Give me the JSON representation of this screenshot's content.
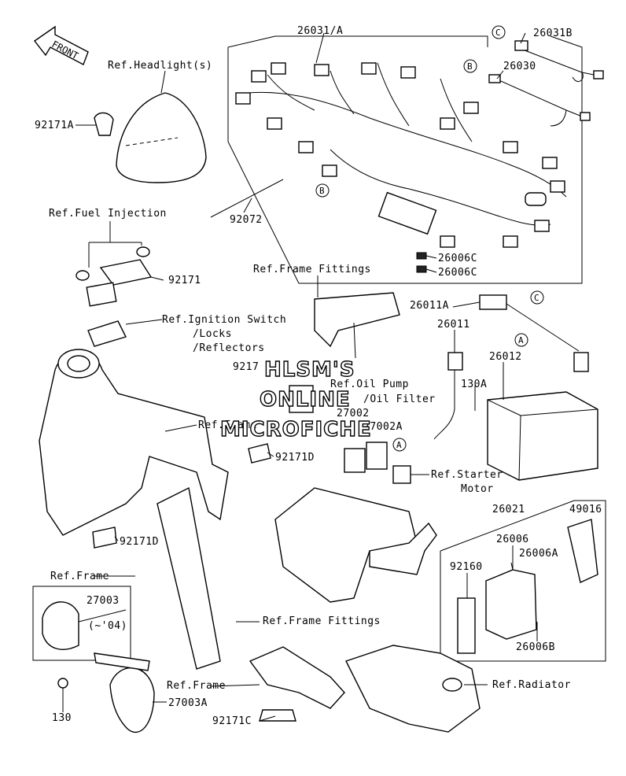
{
  "diagram": {
    "front_label": "FRONT",
    "watermark": [
      "HLSM'S",
      "ONLINE",
      "MICROFICHE"
    ],
    "labels": {
      "p26031A": "26031/A",
      "p26031B": "26031B",
      "p26030": "26030",
      "ref_headlight": "Ref.Headlight(s)",
      "p92171A": "92171A",
      "p92072": "92072",
      "ref_fuel": "Ref.Fuel Injection",
      "p92171": "92171",
      "ref_ign1": "Ref.Ignition Switch",
      "ref_ign2": "/Locks",
      "ref_ign3": "/Reflectors",
      "p26006C_1": "26006C",
      "p26006C_2": "26006C",
      "ref_frame_fit_top": "Ref.Frame Fittings",
      "p26011A": "26011A",
      "p26011": "26011",
      "p26012": "26012",
      "p9217_partial": "9217",
      "ref_oil_pump": "Ref.Oil Pump",
      "ref_oil_filter": "/Oil Filter",
      "p130A": "130A",
      "p27002": "27002",
      "p27002A": "27002A",
      "ref_frame_mid": "Ref.Frame",
      "p92171D_1": "92171D",
      "ref_starter1": "Ref.Starter",
      "ref_starter2": "Motor",
      "p26021": "26021",
      "p49016": "49016",
      "p92171D_2": "92171D",
      "p26006": "26006",
      "p26006A": "26006A",
      "p92160": "92160",
      "ref_frame_left": "Ref.Frame",
      "p27003": "27003",
      "p27003_note": "(~'04)",
      "ref_frame_fit_bottom": "Ref.Frame Fittings",
      "p26006B": "26006B",
      "ref_frame_bottom": "Ref.Frame",
      "ref_radiator": "Ref.Radiator",
      "p130": "130",
      "p27003A": "27003A",
      "p92171C": "92171C"
    },
    "callouts": {
      "c_top": "C",
      "c_right": "C",
      "b_top": "B",
      "b_left": "B",
      "a_right": "A",
      "a_mid": "A"
    }
  }
}
